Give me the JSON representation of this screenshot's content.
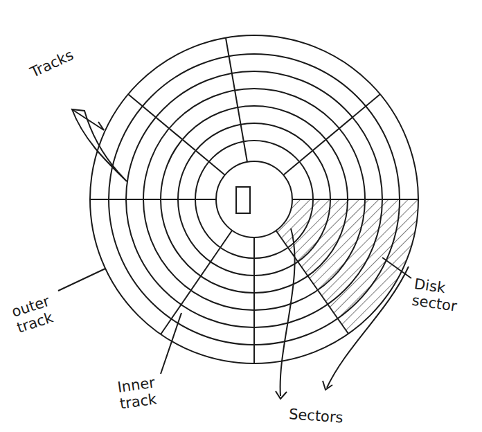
{
  "diagram": {
    "labels": [
      "Tracks",
      "outer track",
      "Inner track",
      "Sectors",
      "Disk sector"
    ]
  }
}
